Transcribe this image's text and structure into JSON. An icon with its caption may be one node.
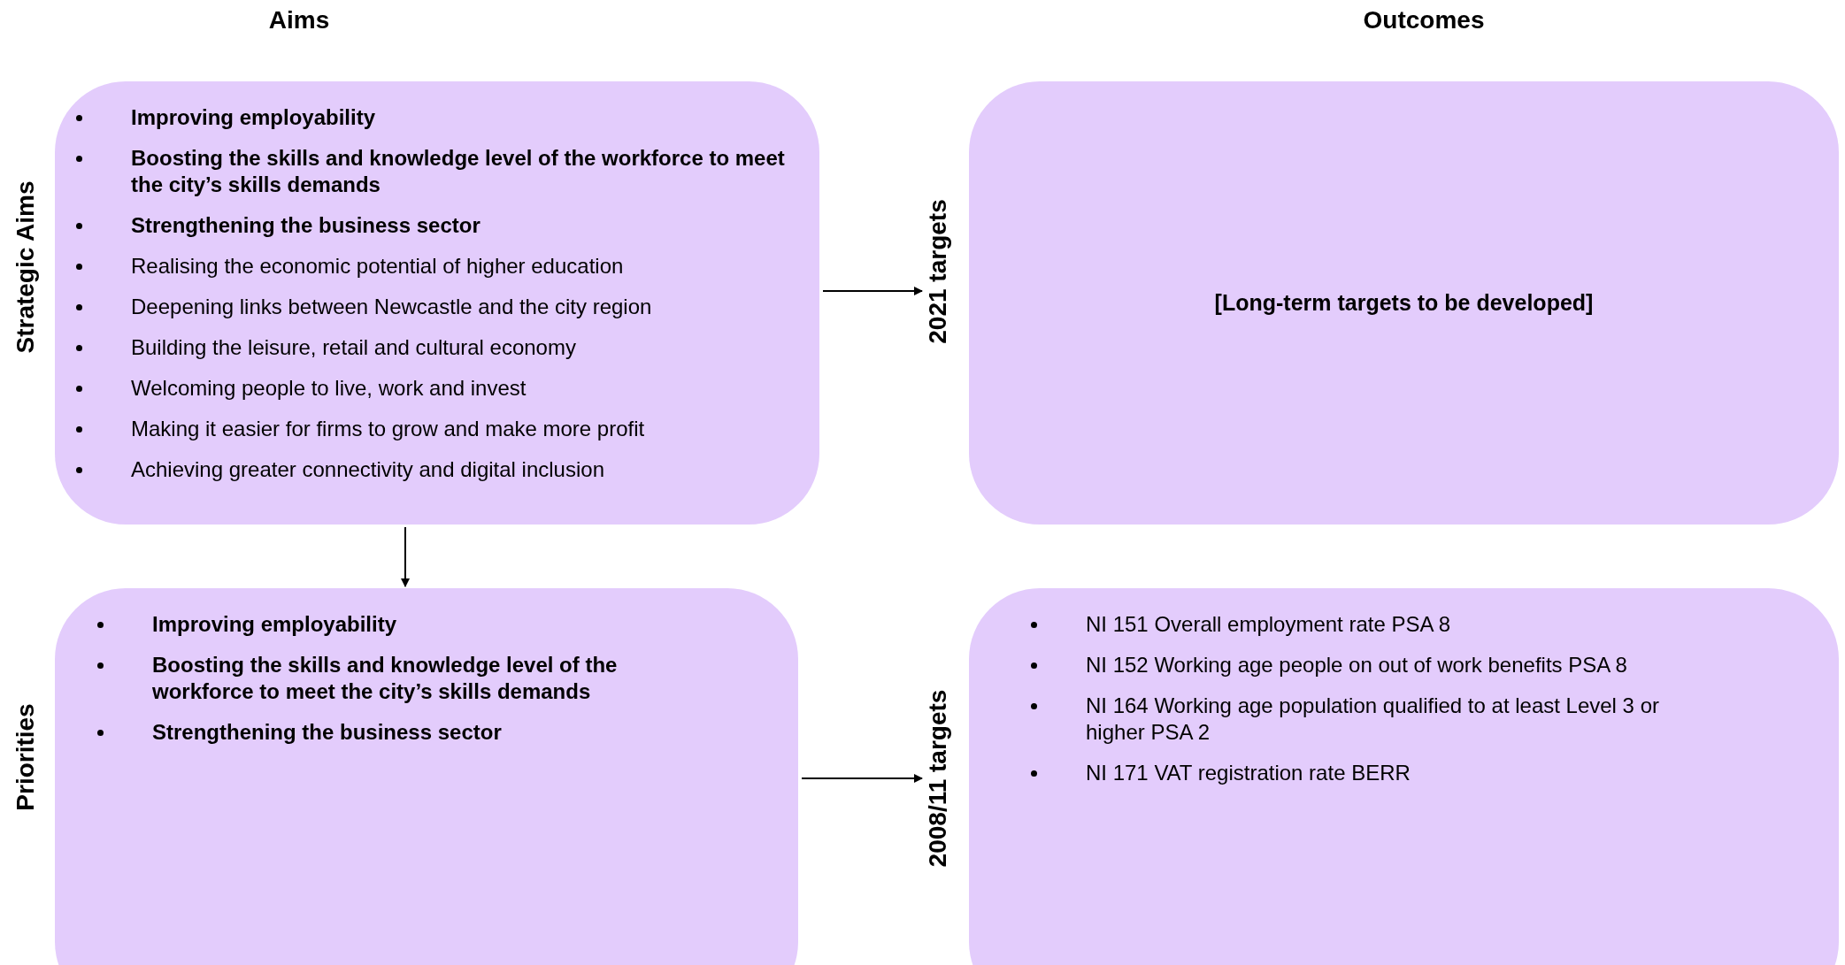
{
  "diagram": {
    "nodes": [
      {
        "text": [
          "**Improving employability**",
          "**Boosting the skills and knowledge level of the workforce to meet the city’s skills demands**",
          "**Strengthening the business sector**",
          "Realising the economic potential of higher education",
          "Deepening links between Newcastle and the city region",
          "Building the leisure, retail and cultural economy",
          "Welcoming people to live, work and invest",
          "Making it easier for firms to grow and make more profit",
          "Achieving greater connectivity and digital inclusion"
        ],
        "beside": [
          "Strategic Aims"
        ]
      },
      {
        "text": [
          "2021 targets"
        ]
      },
      {
        "text": [
          "[Long-term targets to be developed]"
        ]
      },
      {
        "text": [
          "**Improving employability**",
          "**Boosting the skills and knowledge level of the workforce to meet the city’s skills demands**",
          "**Strengthening the business sector**"
        ],
        "beside": [
          "Priorities"
        ]
      },
      {
        "text": [
          "2008/11 targets"
        ]
      },
      {
        "text": [
          "NI 151 Overall employment rate PSA 8",
          "NI 152 Working age people on out of work benefits PSA 8",
          "NI 164 Working age population qualified to at least Level 3 or higher PSA 2",
          "NI 171 VAT registration rate BERR"
        ]
      }
    ],
    "edges": [
      {
        "from": 0,
        "to": 1,
        "arrow": "to"
      },
      {
        "from": 0,
        "to": 3,
        "arrow": "to"
      },
      {
        "from": 3,
        "to": 4,
        "arrow": "to"
      }
    ],
    "labels": [
      "Aims",
      "Outcomes"
    ]
  }
}
